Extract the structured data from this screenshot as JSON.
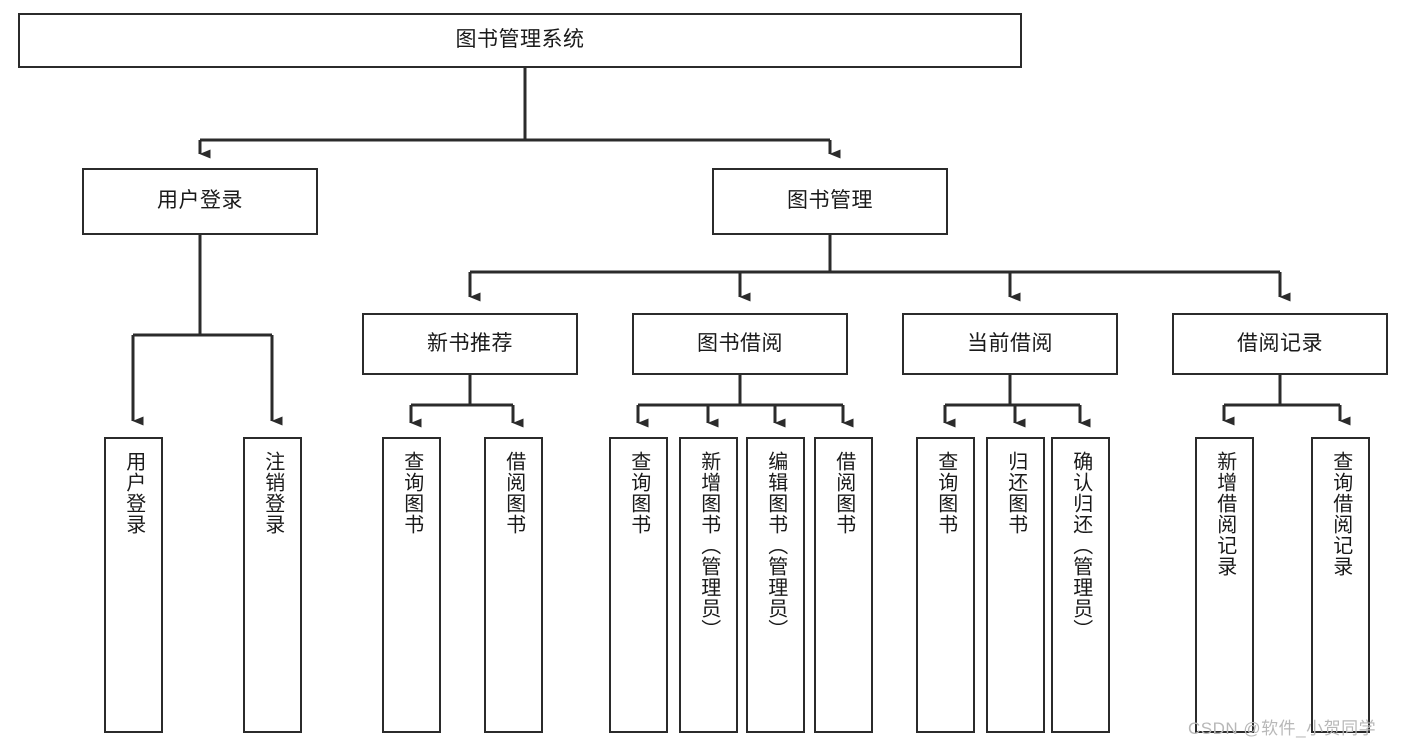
{
  "diagram": {
    "type": "tree-hierarchy",
    "title": "图书管理系统",
    "watermark": "CSDN @软件_小贺同学",
    "nodes": {
      "root": {
        "label": "图书管理系统"
      },
      "level2": [
        {
          "id": "user-login",
          "label": "用户登录"
        },
        {
          "id": "book-management",
          "label": "图书管理"
        }
      ],
      "level3": [
        {
          "id": "new-book-recommend",
          "label": "新书推荐"
        },
        {
          "id": "book-borrow",
          "label": "图书借阅"
        },
        {
          "id": "current-borrow",
          "label": "当前借阅"
        },
        {
          "id": "borrow-record",
          "label": "借阅记录"
        }
      ],
      "leaves": {
        "user_login": [
          {
            "id": "leaf-user-login",
            "label": "用户登录"
          },
          {
            "id": "leaf-logout-login",
            "label": "注销登录"
          }
        ],
        "new_book_recommend": [
          {
            "id": "leaf-query-book-1",
            "label": "查询图书"
          },
          {
            "id": "leaf-borrow-book-1",
            "label": "借阅图书"
          }
        ],
        "book_borrow": [
          {
            "id": "leaf-query-book-2",
            "label": "查询图书"
          },
          {
            "id": "leaf-add-book-admin",
            "label": "新增图书（管理员）"
          },
          {
            "id": "leaf-edit-book-admin",
            "label": "编辑图书（管理员）"
          },
          {
            "id": "leaf-borrow-book-2",
            "label": "借阅图书"
          }
        ],
        "current_borrow": [
          {
            "id": "leaf-query-book-3",
            "label": "查询图书"
          },
          {
            "id": "leaf-return-book",
            "label": "归还图书"
          },
          {
            "id": "leaf-confirm-return-admin",
            "label": "确认归还（管理员）"
          }
        ],
        "borrow_record": [
          {
            "id": "leaf-add-borrow-record",
            "label": "新增借阅记录"
          },
          {
            "id": "leaf-query-borrow-record",
            "label": "查询借阅记录"
          }
        ]
      }
    },
    "colors": {
      "stroke": "#2b2b2b",
      "fill": "#ffffff",
      "text": "#1a1a1a",
      "watermark": "#b8b8b8"
    }
  }
}
